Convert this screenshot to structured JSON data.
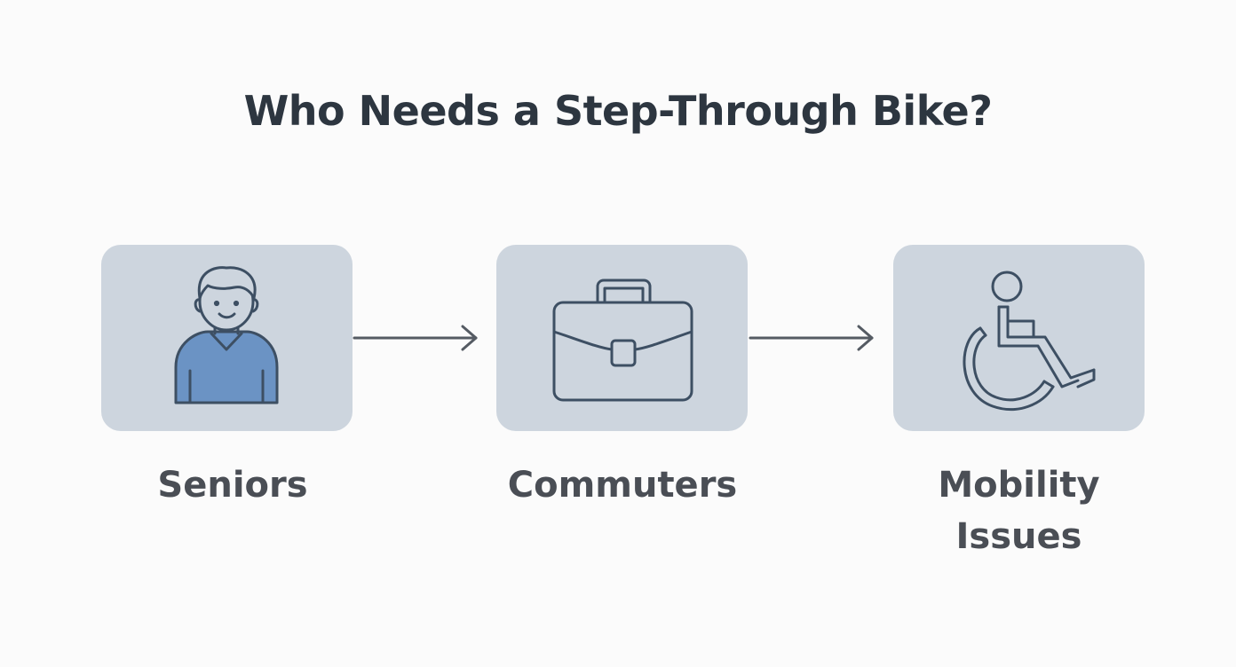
{
  "title": "Who Needs a Step-Through Bike?",
  "items": [
    {
      "label": "Seniors",
      "icon": "senior-person-icon"
    },
    {
      "label": "Commuters",
      "icon": "briefcase-icon"
    },
    {
      "label_lines": [
        "Mobility",
        "Issues"
      ],
      "icon": "wheelchair-icon"
    }
  ],
  "colors": {
    "background": "#fbfbfb",
    "card": "#cdd5de",
    "icon_stroke": "#3d4f63",
    "person_fill": "#6b93c4",
    "title": "#2d3640",
    "label": "#4a4e55",
    "arrow": "#555b63"
  }
}
